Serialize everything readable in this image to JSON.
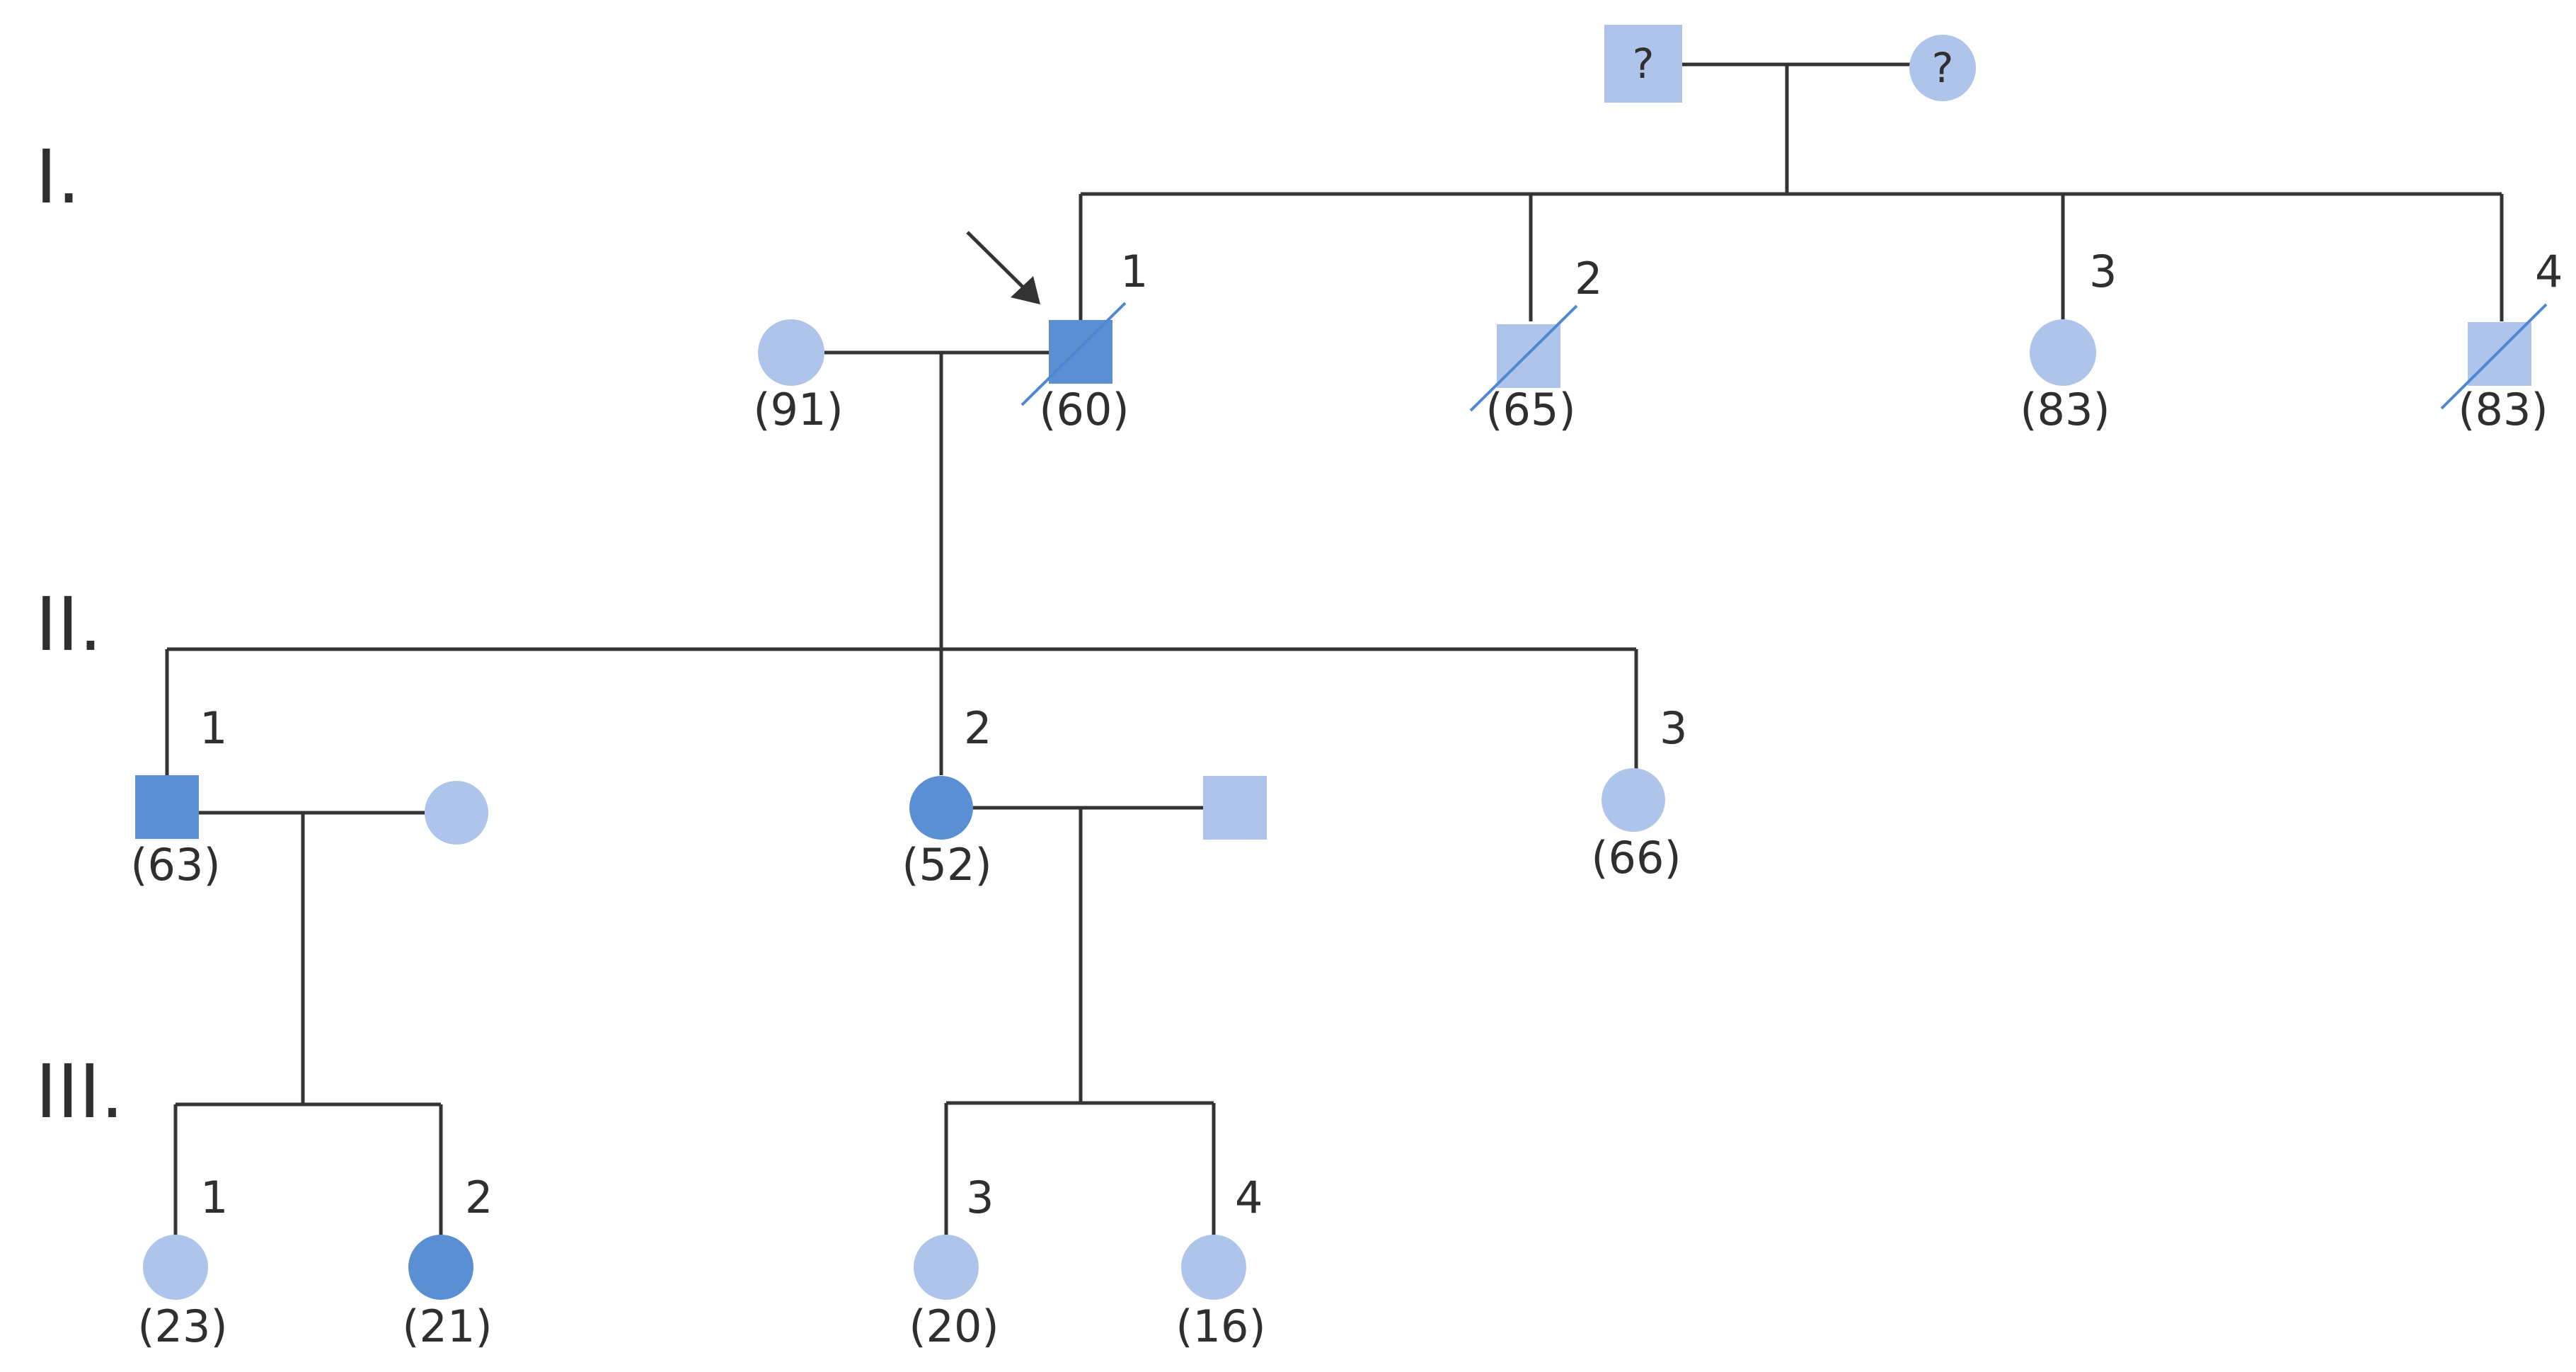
{
  "generations": [
    "I.",
    "II.",
    "III."
  ],
  "colors": {
    "affected": "#5b8fd3",
    "unaffected": "#afc4ea",
    "line": "#333333",
    "slash": "#4e87d2"
  },
  "founders": {
    "male": {
      "sex": "male",
      "label": "?",
      "affected": false
    },
    "female": {
      "sex": "female",
      "label": "?",
      "affected": false
    }
  },
  "gen1": [
    {
      "number": "1",
      "sex": "male",
      "affected": true,
      "deceased": true,
      "age": "(60)",
      "proband": true
    },
    {
      "number": "2",
      "sex": "male",
      "affected": false,
      "deceased": true,
      "age": "(65)"
    },
    {
      "number": "3",
      "sex": "female",
      "affected": false,
      "deceased": false,
      "age": "(83)"
    },
    {
      "number": "4",
      "sex": "male",
      "affected": false,
      "deceased": true,
      "age": "(83)"
    }
  ],
  "gen1_spouse": {
    "sex": "female",
    "affected": false,
    "age": "(91)"
  },
  "gen2": [
    {
      "number": "1",
      "sex": "male",
      "affected": true,
      "age": "(63)"
    },
    {
      "number": "2",
      "sex": "female",
      "affected": true,
      "age": "(52)"
    },
    {
      "number": "3",
      "sex": "female",
      "affected": false,
      "age": "(66)"
    }
  ],
  "gen2_spouses": [
    {
      "sex": "female",
      "affected": false
    },
    {
      "sex": "male",
      "affected": false
    }
  ],
  "gen3": [
    {
      "number": "1",
      "sex": "female",
      "affected": false,
      "age": "(23)"
    },
    {
      "number": "2",
      "sex": "female",
      "affected": true,
      "age": "(21)"
    },
    {
      "number": "3",
      "sex": "female",
      "affected": false,
      "age": "(20)"
    },
    {
      "number": "4",
      "sex": "female",
      "affected": false,
      "age": "(16)"
    }
  ]
}
